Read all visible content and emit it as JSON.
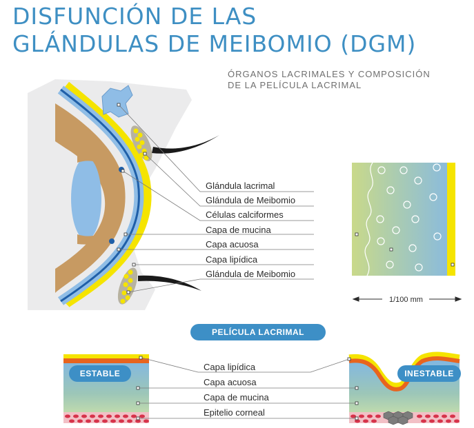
{
  "title": {
    "line1": "DISFUNCIÓN DE LAS",
    "line2": "GLÁNDULAS DE MEIBOMIO (DGM)"
  },
  "subtitle": {
    "line1": "ÓRGANOS LACRIMALES Y COMPOSICIÓN",
    "line2": "DE LA PELÍCULA LACRIMAL"
  },
  "eye_labels": [
    "Glándula lacrimal",
    "Glándula de Meibomio",
    "Células calciformes",
    "Capa de mucina",
    "Capa acuosa",
    "Capa lipídica",
    "Glándula de Meibomio"
  ],
  "scale_label": "1/100 mm",
  "film_title": "PELÍCULA LACRIMAL",
  "film_labels": [
    "Capa lipídica",
    "Capa acuosa",
    "Capa de mucina",
    "Epitelio corneal"
  ],
  "stable_label": "ESTABLE",
  "unstable_label": "INESTABLE",
  "colors": {
    "accent": "#3d8fc6",
    "lipid": "#f5e400",
    "orange": "#e8641e",
    "tan": "#c79a62",
    "lens": "#8fbde6"
  }
}
